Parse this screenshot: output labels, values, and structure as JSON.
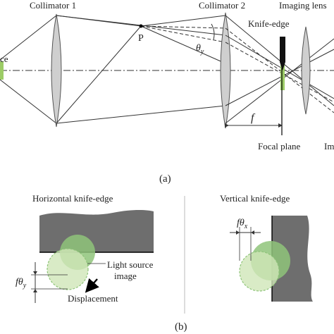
{
  "labels": {
    "source_partial": "ce",
    "collimator1": "Collimator 1",
    "point_p": "P",
    "collimator2": "Collimator 2",
    "imaging_lens": "Imaging lens",
    "knife_edge": "Knife-edge",
    "theta_base": "θ",
    "theta_sub": "y",
    "focal_symbol": "f",
    "focal_plane": "Focal plane",
    "image_partial": "Im",
    "part_a": "(a)",
    "horizontal_title": "Horizontal knife-edge",
    "vertical_title": "Vertical knife-edge",
    "f_theta_y_base": "fθ",
    "f_theta_y_sub": "y",
    "f_theta_x_base": "fθ",
    "f_theta_x_sub": "x",
    "light_source_image_l1": "Light source",
    "light_source_image_l2": "image",
    "displacement": "Displacement",
    "part_b": "(b)"
  },
  "colors": {
    "line": "#333333",
    "lens_fill": "#cfcfcf",
    "knife_fill": "#6e6e6e",
    "green_dark": "#8fc47a",
    "green_light": "#cfe6b8",
    "source_green": "#9ccc66"
  }
}
